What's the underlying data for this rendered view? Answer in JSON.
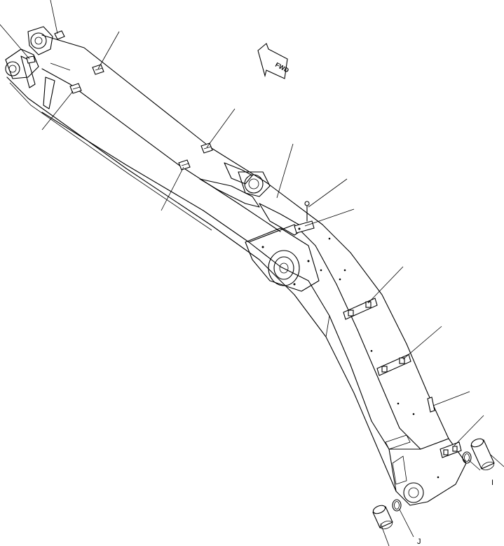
{
  "diagram": {
    "direction_badge": "FWD",
    "callout_labels": {
      "bushing_right": "I",
      "bushing_bottom": "J"
    }
  }
}
